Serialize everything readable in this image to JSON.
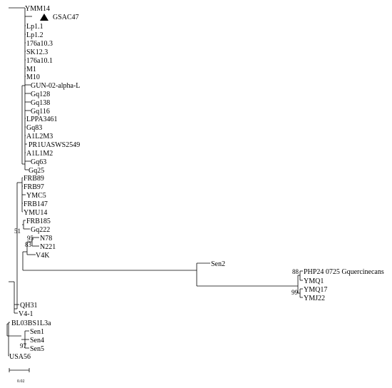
{
  "tree": {
    "taxa": [
      "YMM14",
      "GSAC47",
      "Lp1.1",
      "Lp1.2",
      "176a10.3",
      "SK12.3",
      "176a10.1",
      "M1",
      "M10",
      "GUN-02-alpha-L",
      "Gq128",
      "Gq138",
      "Gq116",
      "LPPA3461",
      "Gq83",
      "A1L2M3",
      "PR1UASWS2549",
      "A1L1M2",
      "Gq63",
      "Gq25",
      "FRB89",
      "FRB97",
      "YMC5",
      "FRB147",
      "YMU14",
      "FRB185",
      "Gq222",
      "N78",
      "N221",
      "V4K",
      "Sen2",
      "PHP24 0725 Gquercinecans",
      "YMQ1",
      "YMQ17",
      "YMJ22",
      "QH31",
      "V4-1",
      "BL03BS1L3a",
      "Sen1",
      "Sen4",
      "Sen5",
      "USA56"
    ],
    "bootstrap_values": [
      "51",
      "95",
      "83",
      "88",
      "99",
      "97"
    ],
    "marker_icon": "filled-triangle-icon",
    "scale_bar_label": "0.02"
  },
  "colors": {
    "line": "#000000",
    "text": "#000000",
    "background": "#ffffff"
  }
}
